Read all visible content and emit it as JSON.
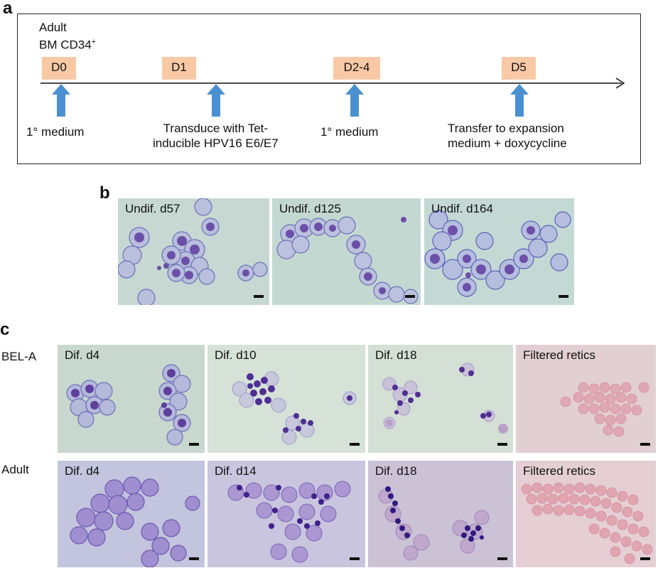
{
  "panels": {
    "a": "a",
    "b": "b",
    "c": "c"
  },
  "timeline": {
    "source_line1": "Adult",
    "source_line2": "BM CD34",
    "source_sup": "+",
    "days": [
      "D0",
      "D1",
      "D2-4",
      "D5"
    ],
    "steps": [
      {
        "lines": [
          "1° medium"
        ]
      },
      {
        "lines": [
          "Transduce with Tet-",
          "inducible HPV16 E6/E7"
        ]
      },
      {
        "lines": [
          "1° medium"
        ]
      },
      {
        "lines": [
          "Transfer to expansion",
          "medium + doxycycline"
        ]
      }
    ],
    "colors": {
      "day_box": "#f9c9a6",
      "arrow": "#4a90d0"
    }
  },
  "panel_b": {
    "images": [
      "Undif. d57",
      "Undif. d125",
      "Undif. d164"
    ]
  },
  "panel_c": {
    "row_labels": [
      "BEL-A",
      "Adult"
    ],
    "rows": [
      [
        "Dif. d4",
        "Dif. d10",
        "Dif. d18",
        "Filtered retics"
      ],
      [
        "Dif. d4",
        "Dif. d14",
        "Dif. d18",
        "Filtered retics"
      ]
    ]
  }
}
